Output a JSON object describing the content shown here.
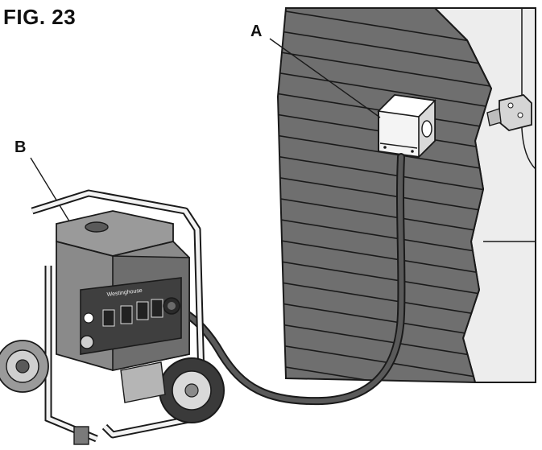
{
  "figure": {
    "title": "FIG. 23"
  },
  "callouts": {
    "a": "A",
    "b": "B"
  },
  "generator": {
    "brand": "Westinghouse"
  },
  "colors": {
    "line": "#1a1a1a",
    "siding": "#6f6f6f",
    "siding_dark": "#4d4d4d",
    "wall": "#e9e9e9",
    "cord": "#4a4a4a",
    "generator_body": "#8a8a8a",
    "generator_dark": "#3a3a3a"
  },
  "icons": {
    "inlet_box": "power-inlet-box-icon",
    "outlet_box": "electrical-box-icon"
  }
}
